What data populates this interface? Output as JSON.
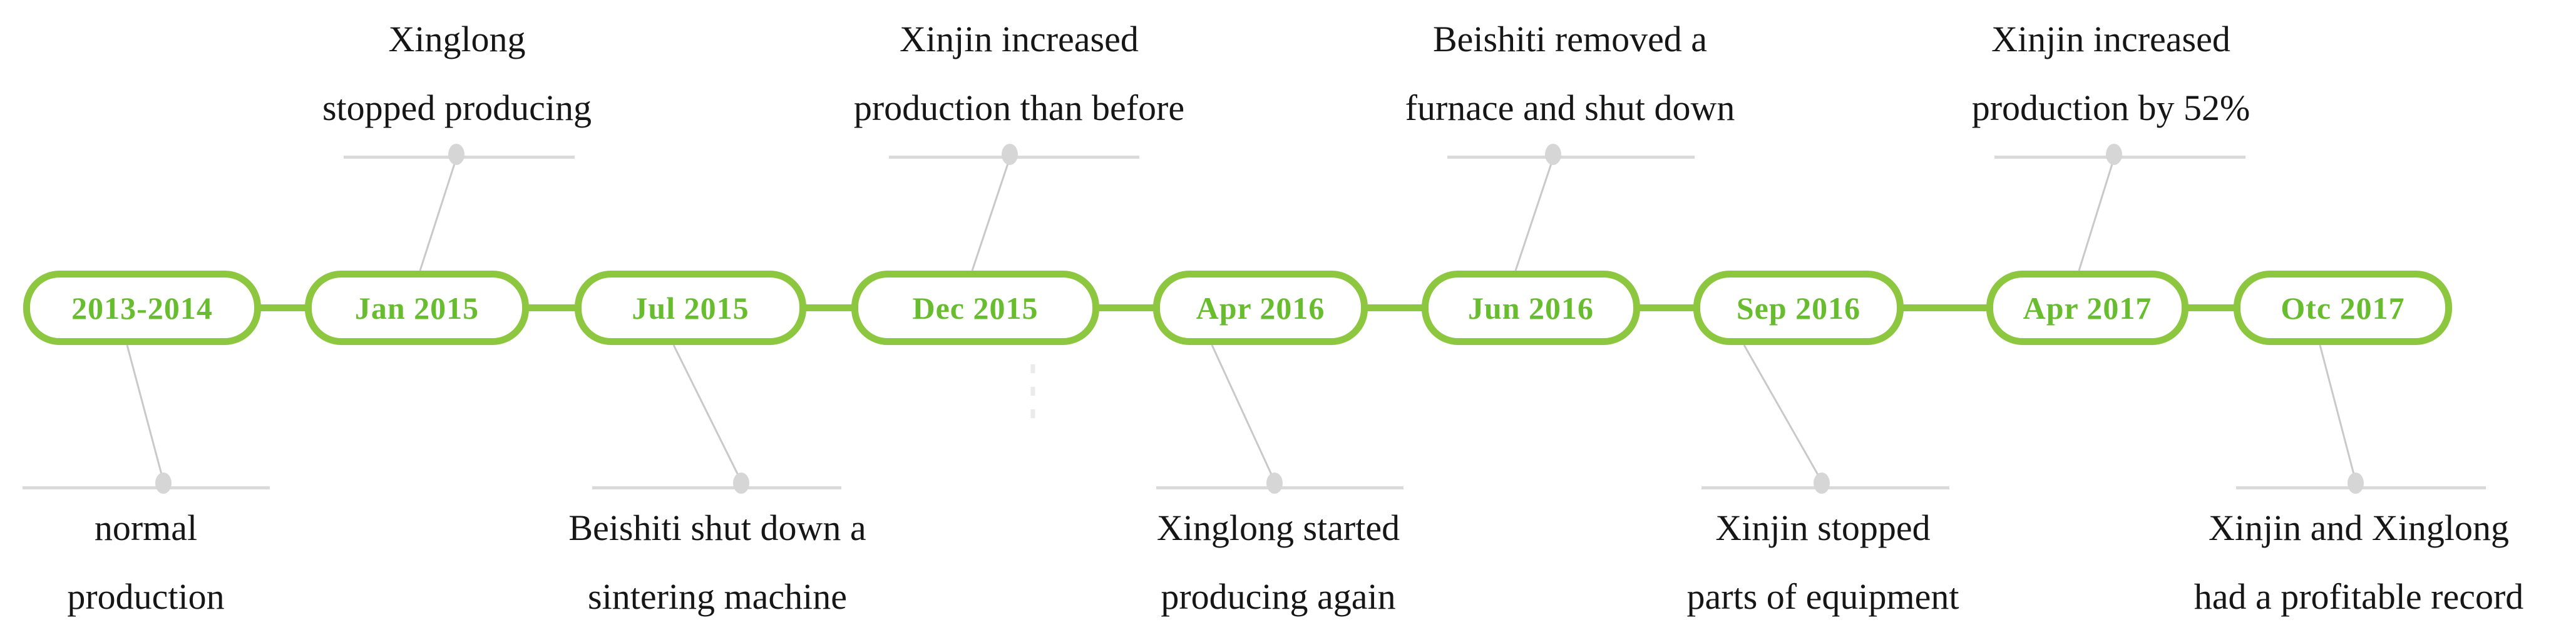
{
  "palette": {
    "accent_green": "#8DC63F",
    "node_text_green": "#68BD2F",
    "leader_line_gray": "#C9C9C9",
    "rule_bar_gray": "#DADADA",
    "dot_gray": "#D6D6D6",
    "caption_text": "#161616",
    "background": "#FFFFFF"
  },
  "timeline": {
    "nodes": [
      {
        "label": "2013-2014"
      },
      {
        "label": "Jan 2015"
      },
      {
        "label": "Jul 2015"
      },
      {
        "label": "Dec 2015"
      },
      {
        "label": "Apr 2016"
      },
      {
        "label": "Jun 2016"
      },
      {
        "label": "Sep 2016"
      },
      {
        "label": "Apr 2017"
      },
      {
        "label": "Otc 2017"
      }
    ],
    "top_labels": [
      {
        "line1": "Xinglong",
        "line2": "stopped producing"
      },
      {
        "line1": "Xinjin increased",
        "line2": "production than before"
      },
      {
        "line1": "Beishiti removed a",
        "line2": "furnace and shut down"
      },
      {
        "line1": "Xinjin increased",
        "line2": "production by 52%"
      }
    ],
    "bottom_labels": [
      {
        "line1": "normal",
        "line2": "production"
      },
      {
        "line1": "Beishiti shut down a",
        "line2": "sintering machine"
      },
      {
        "line1": "Xinglong started",
        "line2": "producing again"
      },
      {
        "line1": "Xinjin stopped",
        "line2": "parts of equipment"
      },
      {
        "line1": "Xinjin and Xinglong",
        "line2": "had a profitable record"
      }
    ]
  }
}
